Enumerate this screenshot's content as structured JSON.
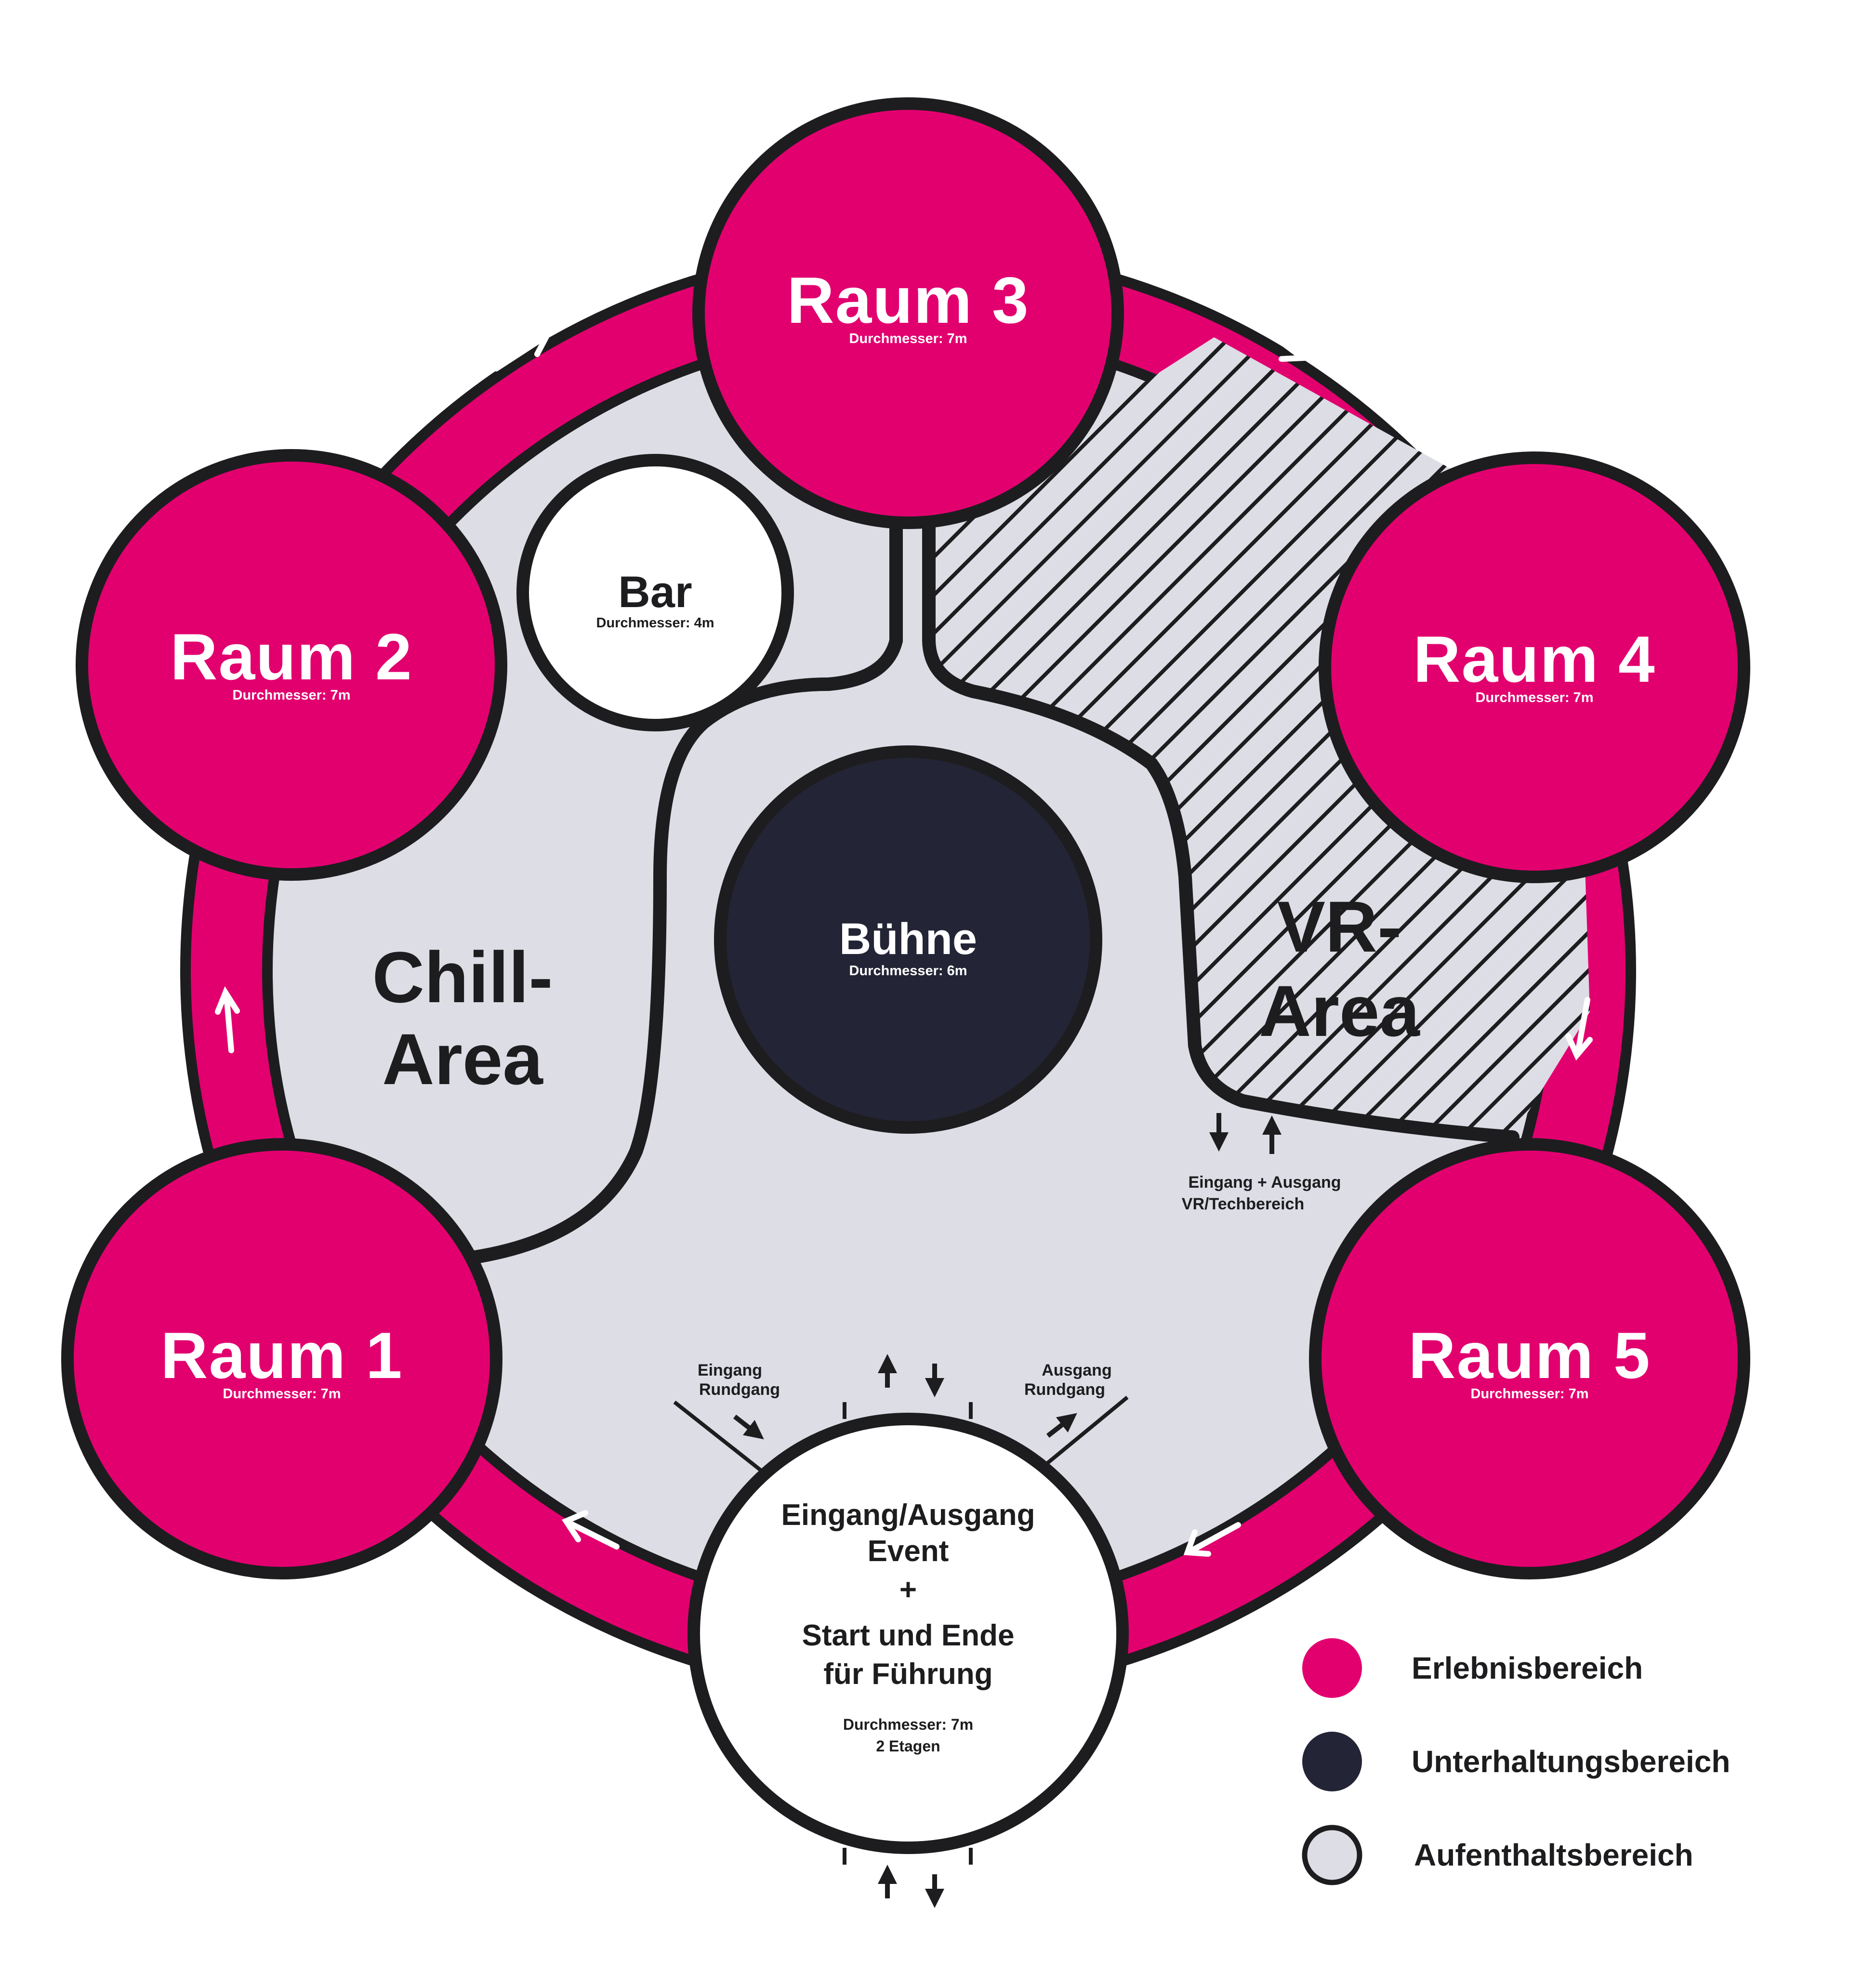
{
  "colors": {
    "magenta": "#e2006f",
    "navy": "#232536",
    "light_gray": "#dcdde5",
    "outline": "#1d1d1f",
    "white": "#ffffff"
  },
  "rooms": {
    "raum1": {
      "title": "Raum 1",
      "diameter": "Durchmesser: 7m"
    },
    "raum2": {
      "title": "Raum 2",
      "diameter": "Durchmesser: 7m"
    },
    "raum3": {
      "title": "Raum 3",
      "diameter": "Durchmesser: 7m"
    },
    "raum4": {
      "title": "Raum 4",
      "diameter": "Durchmesser: 7m"
    },
    "raum5": {
      "title": "Raum 5",
      "diameter": "Durchmesser: 7m"
    }
  },
  "bar": {
    "title": "Bar",
    "diameter": "Durchmesser: 4m"
  },
  "stage": {
    "title": "Bühne",
    "diameter": "Durchmesser: 6m"
  },
  "chill_area": {
    "line1": "Chill-",
    "line2": "Area"
  },
  "vr_area": {
    "line1": "VR-",
    "line2": "Area"
  },
  "vr_entrance": {
    "line1": "Eingang + Ausgang",
    "line2": "VR/Techbereich"
  },
  "tour_entrance": {
    "line1": "Eingang",
    "line2": "Rundgang"
  },
  "tour_exit": {
    "line1": "Ausgang",
    "line2": "Rundgang"
  },
  "main_entrance": {
    "line1": "Eingang/Ausgang",
    "line2": "Event",
    "plus": "+",
    "line3": "Start und Ende",
    "line4": "für Führung",
    "diameter": "Durchmesser: 7m",
    "floors": "2 Etagen"
  },
  "legend": [
    {
      "label": "Erlebnisbereich",
      "color": "#e2006f"
    },
    {
      "label": "Unterhaltungsbereich",
      "color": "#232536"
    },
    {
      "label": "Aufenthaltsbereich",
      "color": "#dcdde5"
    }
  ],
  "icons": {
    "flow_arrows": "white-direction-arrow-icon",
    "door_arrows": "up-down-arrow-icon"
  }
}
